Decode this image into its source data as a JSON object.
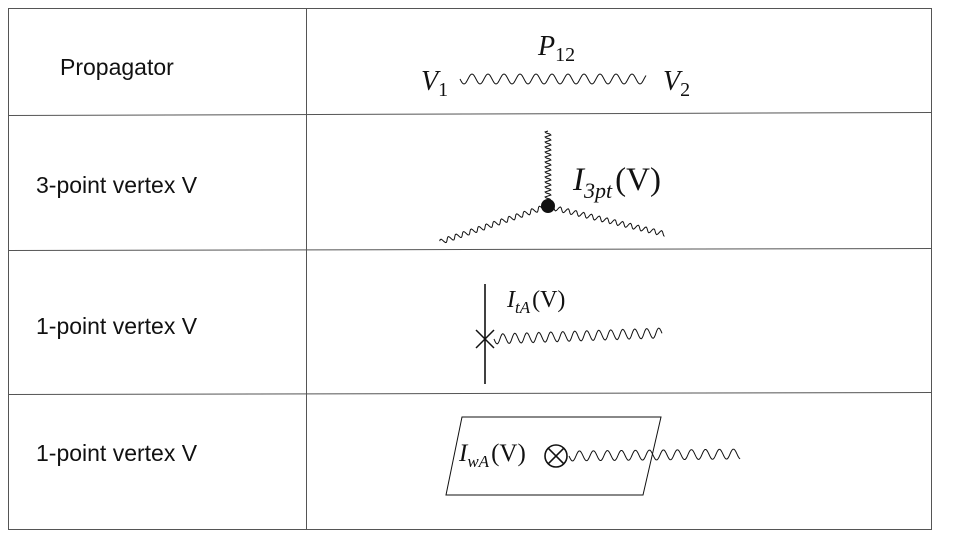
{
  "rows": [
    {
      "label": "Propagator"
    },
    {
      "label": "3-point vertex V"
    },
    {
      "label": "1-point vertex V"
    },
    {
      "label": "1-point vertex V"
    }
  ],
  "propagator": {
    "start_vertex": {
      "main": "V",
      "sub": "1"
    },
    "end_vertex": {
      "main": "V",
      "sub": "2"
    },
    "propagator_name": {
      "main": "P",
      "sub": "12"
    }
  },
  "three_point": {
    "main": "I",
    "sub": "3pt",
    "arg": "(V)"
  },
  "one_point_t": {
    "main": "I",
    "sub": "tA",
    "arg": "(V)"
  },
  "one_point_w": {
    "main": "I",
    "sub": "wA",
    "arg": "(V)"
  },
  "colors": {
    "line": "#111111",
    "grid": "#555555",
    "background": "#ffffff"
  }
}
